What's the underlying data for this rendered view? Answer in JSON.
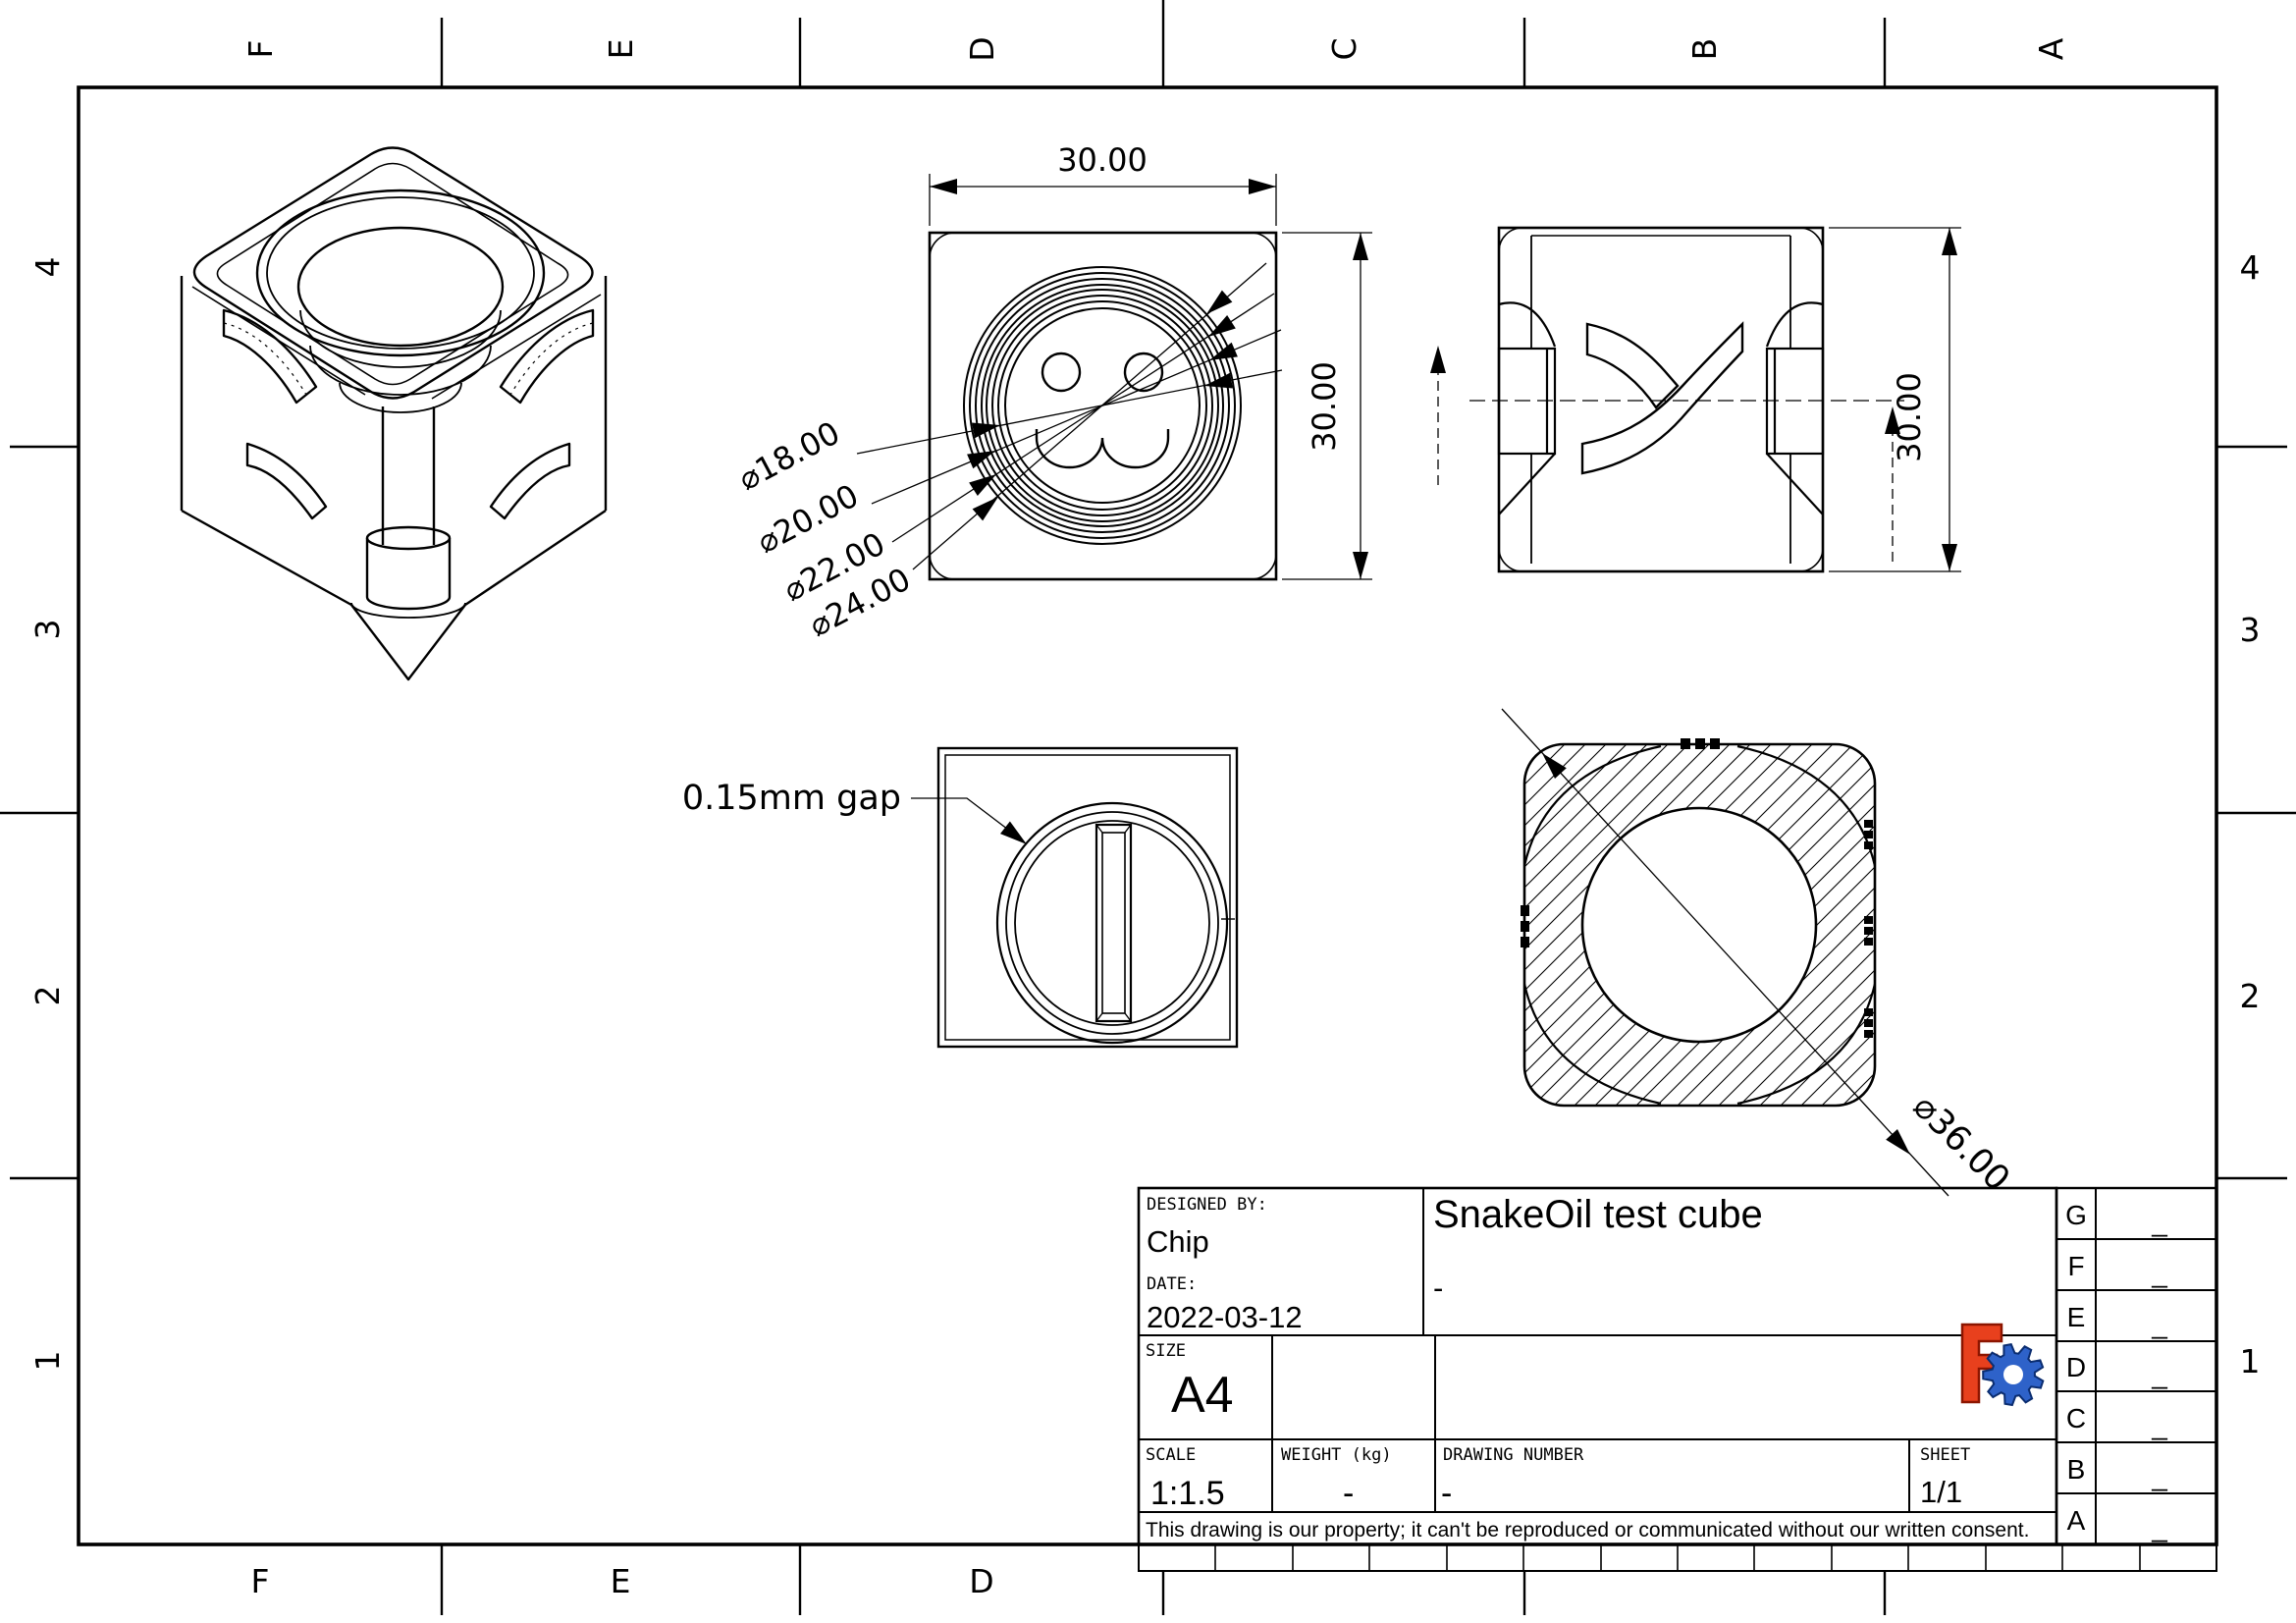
{
  "frame": {
    "top_letters": [
      "F",
      "E",
      "D",
      "C",
      "B",
      "A"
    ],
    "bottom_letters": [
      "F",
      "E",
      "D"
    ],
    "left_numbers": [
      "4",
      "3",
      "2",
      "1"
    ],
    "right_numbers": [
      "4",
      "3",
      "2",
      "1"
    ]
  },
  "views": {
    "front": {
      "width_dim": "30.00",
      "height_dim": "30.00",
      "dia_dims": [
        "⌀18.00",
        "⌀20.00",
        "⌀22.00",
        "⌀24.00"
      ]
    },
    "side": {
      "height_dim": "30.00"
    },
    "slot": {
      "gap_note": "0.15mm gap"
    },
    "section": {
      "sphere_dim": "⌀36.00"
    }
  },
  "title_block": {
    "designed_by_label": "DESIGNED BY:",
    "designed_by": "Chip",
    "date_label": "DATE:",
    "date": "2022-03-12",
    "size_label": "SIZE",
    "size": "A4",
    "scale_label": "SCALE",
    "scale": "1:1.5",
    "weight_label": "WEIGHT (kg)",
    "weight": "-",
    "drawing_number_label": "DRAWING NUMBER",
    "drawing_number": "-",
    "sheet_label": "SHEET",
    "sheet": "1/1",
    "title": "SnakeOil test cube",
    "subtitle": "-",
    "disclaimer": "This drawing is our property; it can't be reproduced or communicated without our written consent."
  },
  "revision_table": {
    "rows": [
      {
        "zone": "G",
        "rev": "_"
      },
      {
        "zone": "F",
        "rev": "_"
      },
      {
        "zone": "E",
        "rev": "_"
      },
      {
        "zone": "D",
        "rev": "_"
      },
      {
        "zone": "C",
        "rev": "_"
      },
      {
        "zone": "B",
        "rev": "_"
      },
      {
        "zone": "A",
        "rev": "_"
      }
    ]
  },
  "logo": {
    "name": "freecad-logo",
    "f_color": "#e8401d",
    "f_stroke": "#8c1500",
    "gear_color": "#2e62c9",
    "gear_stroke": "#0b2d70"
  },
  "colors": {
    "line": "#000000",
    "background": "#ffffff"
  }
}
